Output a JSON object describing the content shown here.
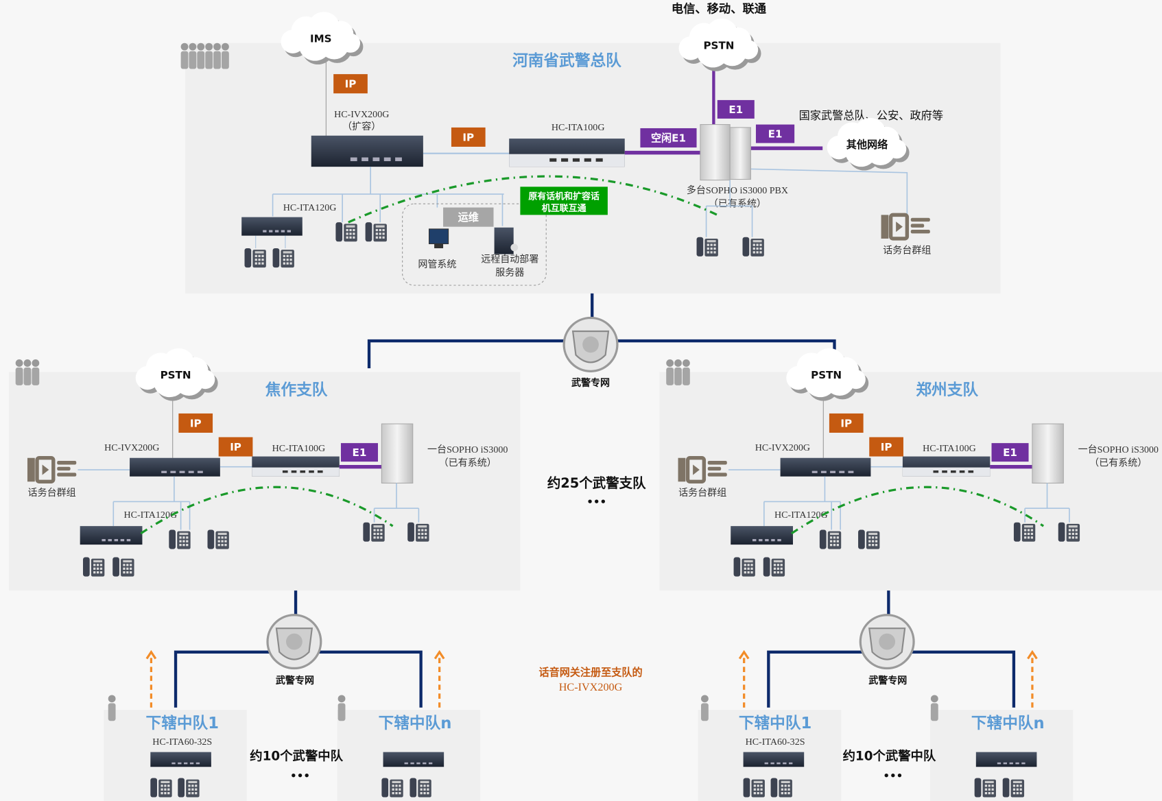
{
  "carriers_label": "电信、移动、联通",
  "colors": {
    "ip_box": "#c55a11",
    "e1_box": "#7030a0",
    "title_blue": "#5b9bd5",
    "network_line": "#0d2a6b",
    "interop_green": "#00a000",
    "interop_dash": "#1a9a2a",
    "ops_gray": "#a6a6a6"
  },
  "hq": {
    "title": "河南省武警总队",
    "ims_cloud": "IMS",
    "pstn_cloud": "PSTN",
    "ip_label_1": "IP",
    "ip_label_2": "IP",
    "ivx_model": "HC-IVX200G",
    "ivx_note": "（扩容）",
    "ita100_model": "HC-ITA100G",
    "idle_e1_label": "空闲E1",
    "e1_label_1": "E1",
    "e1_label_2": "E1",
    "external_orgs": "国家武警总队、公安、政府等",
    "other_network_cloud": "其他网络",
    "pbx_label": "多台SOPHO iS3000 PBX",
    "pbx_note": "（已有系统）",
    "ita120_model": "HC-ITA120G",
    "interop_line1": "原有话机和扩容话",
    "interop_line2": "机互联互通",
    "ops_label": "运维",
    "nms_label": "网管系统",
    "deploy_label_1": "远程自动部署",
    "deploy_label_2": "服务器",
    "console_label": "话务台群组"
  },
  "network_label": "武警专网",
  "middle": {
    "detachment_count": "约25个武警支队",
    "ellipsis": "•••"
  },
  "branches": [
    {
      "title": "焦作支队",
      "pstn_cloud": "PSTN",
      "ip_label_1": "IP",
      "ip_label_2": "IP",
      "ivx_model": "HC-IVX200G",
      "ita100_model": "HC-ITA100G",
      "e1_label": "E1",
      "pbx_label": "一台SOPHO iS3000",
      "pbx_note": "（已有系统）",
      "console_label": "话务台群组",
      "ita120_model": "HC-ITA120G",
      "network_label": "武警专网",
      "squads": [
        {
          "title": "下辖中队1",
          "model": "HC-ITA60-32S"
        },
        {
          "title": "下辖中队n"
        }
      ],
      "squad_count": "约10个武警中队",
      "ellipsis": "•••"
    },
    {
      "title": "郑州支队",
      "pstn_cloud": "PSTN",
      "ip_label_1": "IP",
      "ip_label_2": "IP",
      "ivx_model": "HC-IVX200G",
      "ita100_model": "HC-ITA100G",
      "e1_label": "E1",
      "pbx_label": "一台SOPHO iS3000",
      "pbx_note": "（已有系统）",
      "console_label": "话务台群组",
      "ita120_model": "HC-ITA120G",
      "network_label": "武警专网",
      "squads": [
        {
          "title": "下辖中队1",
          "model": "HC-ITA60-32S"
        },
        {
          "title": "下辖中队n"
        }
      ],
      "squad_count": "约10个武警中队",
      "ellipsis": "•••"
    }
  ],
  "registration_note": {
    "line1": "话音网关注册至支队的",
    "line2": "HC-IVX200G"
  }
}
